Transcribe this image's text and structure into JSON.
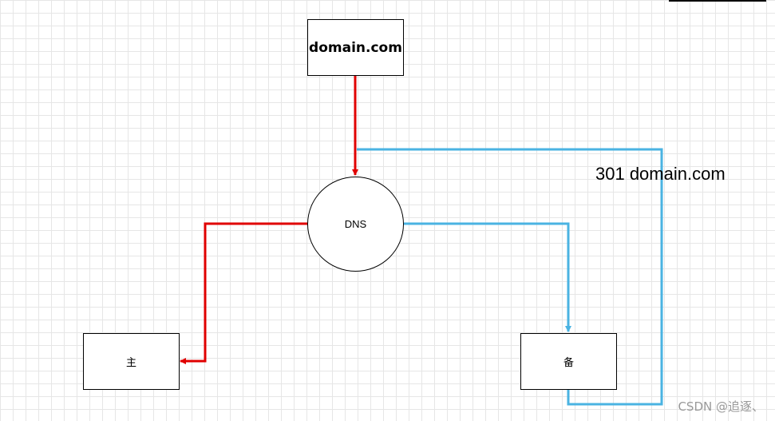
{
  "nodes": {
    "domain": "domain.com",
    "dns": "DNS",
    "primary": "主",
    "backup": "备"
  },
  "redirect_label": "301 domain.com",
  "watermark": "CSDN @追逐、",
  "colors": {
    "red_arrow": "#e00000",
    "blue_arrow": "#4ab3e2",
    "grid": "#e6e6e6"
  }
}
